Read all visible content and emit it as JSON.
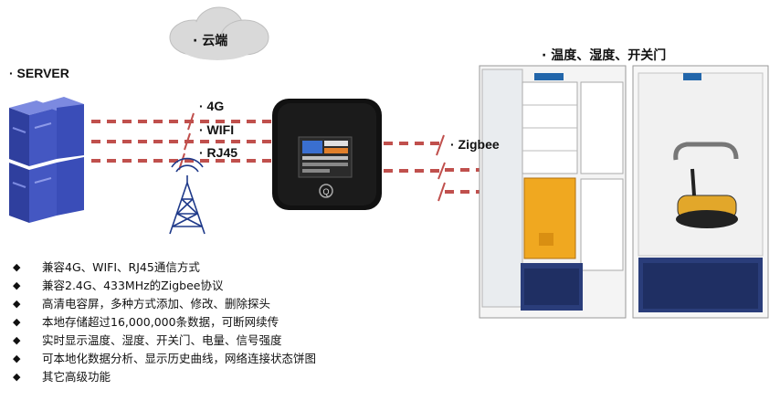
{
  "cloud_label": "· 云端",
  "server_label": "· SERVER",
  "connections": [
    "· 4G",
    "· WIFI",
    "· RJ45"
  ],
  "zigbee_label": "· Zigbee",
  "sensor_label": "· 温度、湿度、开关门",
  "gateway_brand": "Q",
  "features": [
    "兼容4G、WIFI、RJ45通信方式",
    "兼容2.4G、433MHz的Zigbee协议",
    "高清电容屏，多种方式添加、修改、删除探头",
    "本地存储超过16,000,000条数据，可断网续传",
    "实时显示温度、湿度、开关门、电量、信号强度",
    "可本地化数据分析、显示历史曲线，网络连接状态饼图",
    "其它高级功能"
  ],
  "colors": {
    "link_line": "#c0504d",
    "server": "#3c4fb0",
    "gateway": "#111111",
    "freezer_base": "#2a3d7a"
  }
}
